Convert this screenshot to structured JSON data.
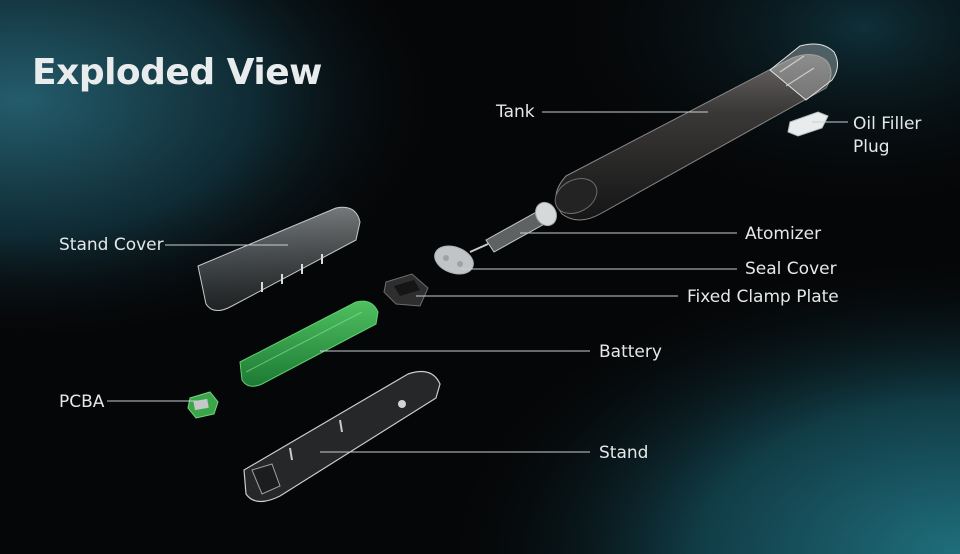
{
  "title": "Exploded View",
  "labels": {
    "tank": "Tank",
    "oil_filler_plug_line1": "Oil Filler",
    "oil_filler_plug_line2": "Plug",
    "atomizer": "Atomizer",
    "seal_cover": "Seal Cover",
    "fixed_clamp_plate": "Fixed Clamp Plate",
    "stand_cover": "Stand Cover",
    "battery": "Battery",
    "pcba": "PCBA",
    "stand": "Stand"
  },
  "colors": {
    "background": "#050607",
    "teal_glow": "#1f5563",
    "battery_green": "#2a9a45",
    "pcba_green": "#3aa64a",
    "label_text": "#e4e8e9",
    "leader_line": "#c9cfd1"
  }
}
